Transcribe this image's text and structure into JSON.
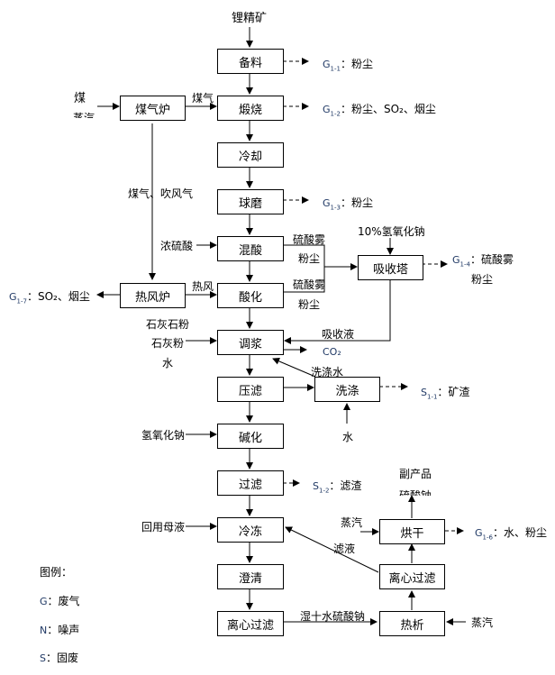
{
  "diagram": {
    "title_input": "锂精矿",
    "boxes": {
      "beiliao": "备料",
      "duanshao": "煅烧",
      "lengque": "冷却",
      "qiumo": "球磨",
      "hunsuan": "混酸",
      "suanhua": "酸化",
      "tiaojiang": "调浆",
      "yalv": "压滤",
      "jianhua": "碱化",
      "guolv": "过滤",
      "lengdong": "冷冻",
      "chengqing": "澄清",
      "lixin1": "离心过滤",
      "meiqilu": "煤气炉",
      "refenglu": "热风炉",
      "xishou": "吸收塔",
      "xidi": "洗涤",
      "honggan": "烘干",
      "lixin2": "离心过滤",
      "rexi": "热析"
    },
    "inputs": {
      "coal": "煤",
      "coal_sub": "蒸汽",
      "gas": "煤气",
      "gas_blow": "煤气、吹风气",
      "conc_acid": "浓硫酸",
      "hot_air": "热风",
      "limestone": "石灰石粉",
      "lime": "石灰粉",
      "water1": "水",
      "naoh10": "10%氢氧化钠",
      "absorb_liquid": "吸收液",
      "wash_water": "洗涤水",
      "water2": "水",
      "naoh": "氢氧化钠",
      "mother_liquor": "回用母液",
      "steam1": "蒸汽",
      "filtrate": "滤液",
      "byproduct": "副产品",
      "byproduct_sub": "硫酸钠",
      "wet_sodium": "湿十水硫酸钠",
      "steam2": "蒸汽",
      "acid_mist1": "硫酸雾",
      "dust1": "粉尘",
      "acid_mist2": "硫酸雾",
      "dust2": "粉尘",
      "co2": "CO₂"
    },
    "emissions": {
      "g11": {
        "code": "G",
        "sub": "1-1",
        "text": "：粉尘"
      },
      "g12": {
        "code": "G",
        "sub": "1-2",
        "text": "：粉尘、SO₂、烟尘"
      },
      "g13": {
        "code": "G",
        "sub": "1-3",
        "text": "：粉尘"
      },
      "g14": {
        "code": "G",
        "sub": "1-4",
        "text": "：硫酸雾",
        "text2": "粉尘"
      },
      "g17": {
        "code": "G",
        "sub": "1-7",
        "text": "：SO₂、烟尘"
      },
      "s11": {
        "code": "S",
        "sub": "1-1",
        "text": "：矿渣"
      },
      "s12": {
        "code": "S",
        "sub": "1-2",
        "text": "：滤渣"
      },
      "g16": {
        "code": "G",
        "sub": "1-6",
        "text": "：水、粉尘"
      }
    },
    "legend": {
      "title": "图例：",
      "items": [
        {
          "code": "G",
          "text": "：废气"
        },
        {
          "code": "N",
          "text": "：噪声"
        },
        {
          "code": "S",
          "text": "：固废"
        }
      ]
    }
  }
}
